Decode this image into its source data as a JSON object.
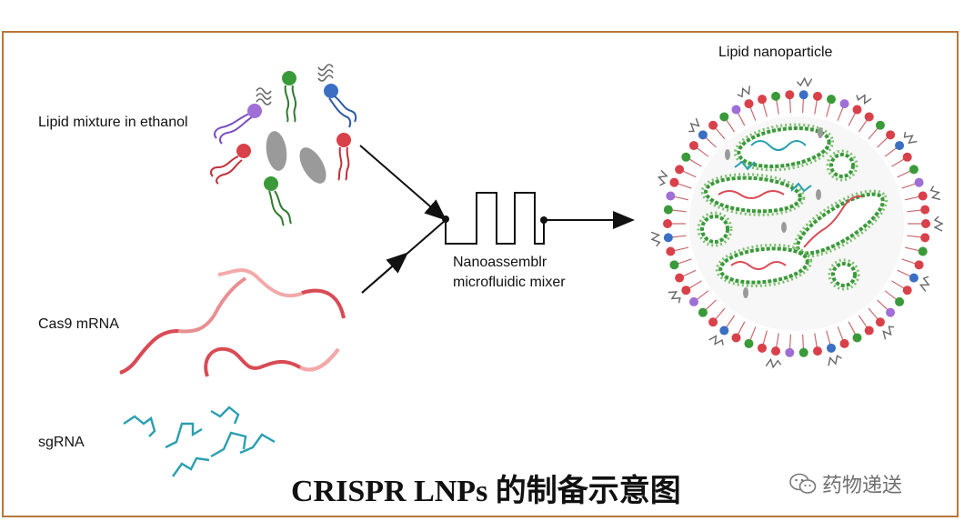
{
  "labels": {
    "lipid_mixture": "Lipid mixture in ethanol",
    "cas9": "Cas9 mRNA",
    "sgrna": "sgRNA",
    "mixer_line1": "Nanoassemblr",
    "mixer_line2": "microfluidic mixer",
    "nanoparticle": "Lipid nanoparticle"
  },
  "caption": "CRISPR LNPs 的制备示意图",
  "watermark": "药物递送",
  "colors": {
    "frame": "#b8773a",
    "lipid_green": "#3a9a3a",
    "lipid_red": "#d9414a",
    "lipid_blue": "#3b6fc4",
    "lipid_purple": "#a06fd6",
    "cholesterol_gray": "#9a9a9a",
    "mrna_red": "#d84b55",
    "mrna_pink": "#f3a9a9",
    "sgrna_teal": "#2a9fb0",
    "peg_gray": "#666666"
  },
  "icons": [
    "wechat-icon"
  ]
}
